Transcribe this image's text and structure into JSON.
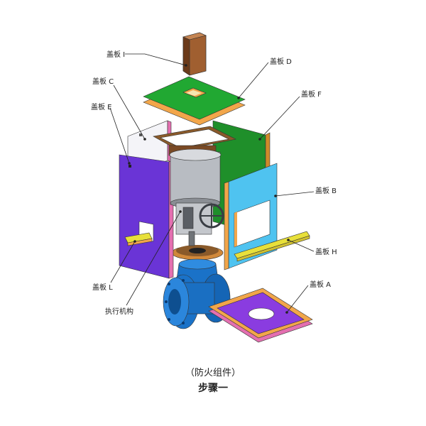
{
  "labels": {
    "cover_i": "盖板 I",
    "cover_d": "盖板 D",
    "cover_c": "盖板 C",
    "cover_e": "盖板 E",
    "cover_f": "盖板 F",
    "cover_b": "盖板 B",
    "cover_h": "盖板 H",
    "cover_l": "盖板 L",
    "cover_a": "盖板 A",
    "actuator": "执行机构"
  },
  "caption": {
    "line1": "（防火组件）",
    "line2": "步骤一"
  },
  "colors": {
    "block_brown": "#9a5a2e",
    "plate_green": "#21a832",
    "plate_orange": "#f2a64a",
    "panel_purple": "#6a34d6",
    "panel_white": "#f4f4f8",
    "panel_cyan": "#4fc3f0",
    "panel_green_dark": "#1f8f2a",
    "valve_blue": "#1a72c8",
    "actuator_gray": "#b8bcc2",
    "rod_yellow": "#e8e03a",
    "base_purple": "#8a3ce0"
  }
}
